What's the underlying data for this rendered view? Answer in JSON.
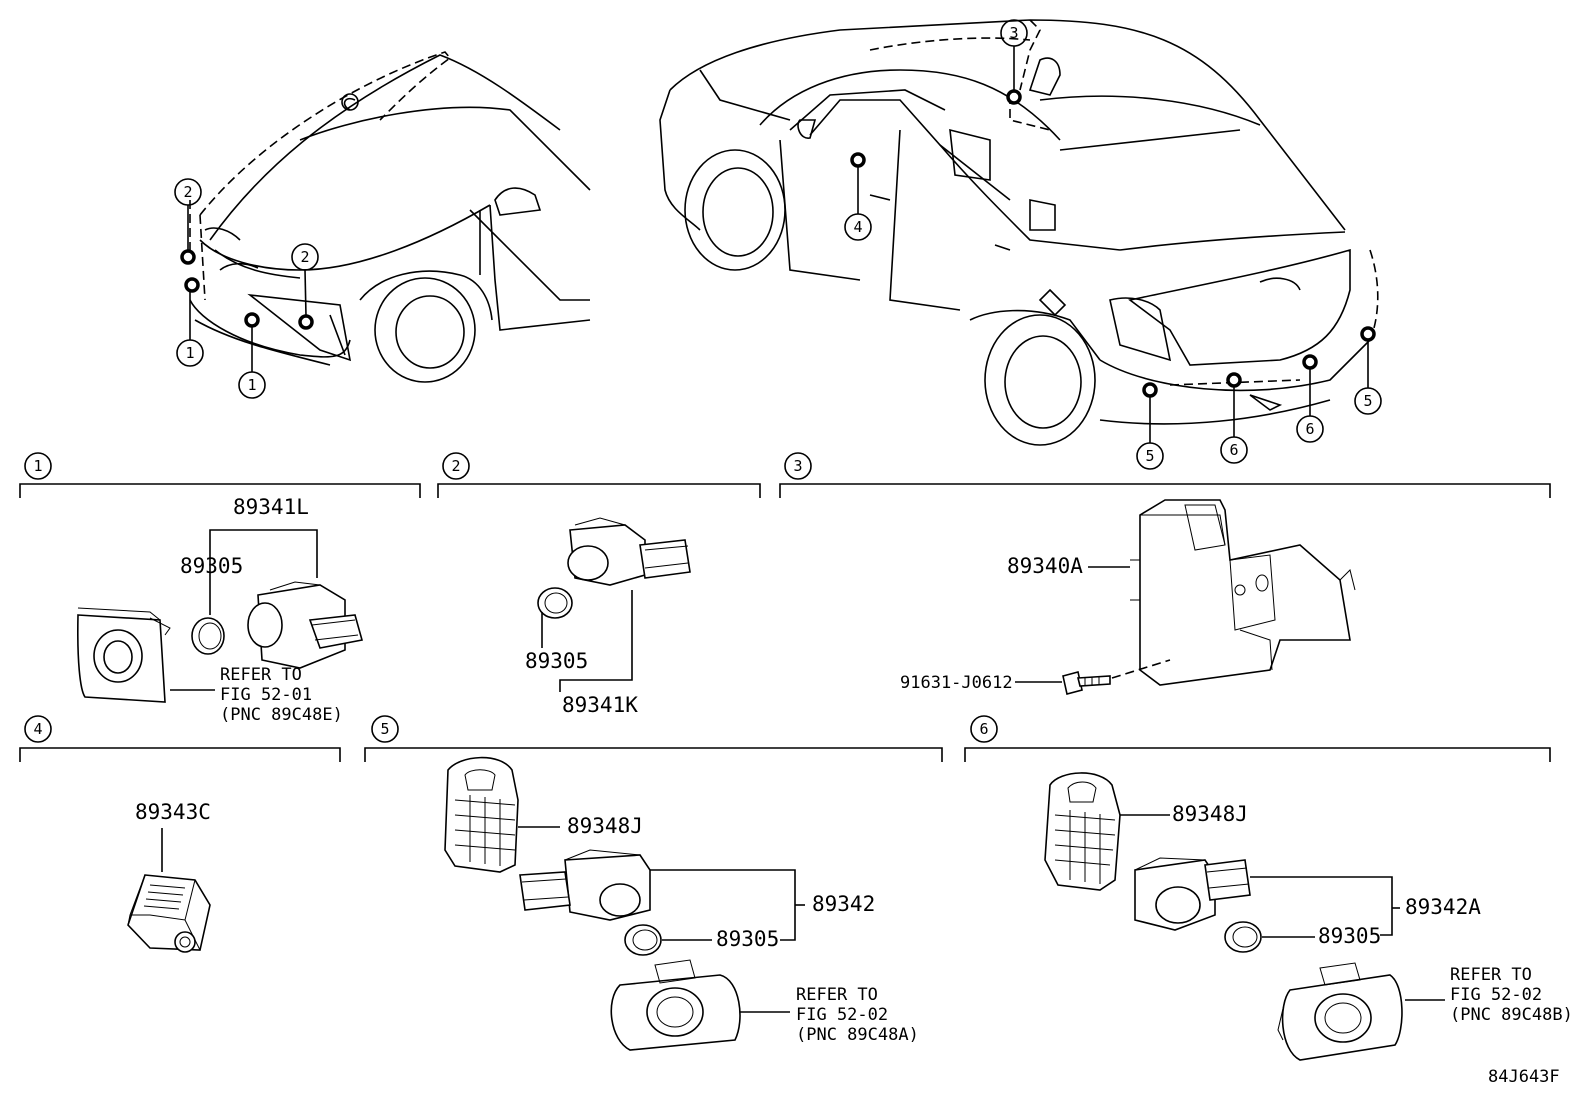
{
  "callouts": {
    "c1": "1",
    "c2": "2",
    "c3": "3",
    "c4": "4",
    "c5": "5",
    "c6": "6"
  },
  "sections": {
    "s1": {
      "num": "1",
      "assembly": "89341L",
      "cover": "89305",
      "refer": [
        "REFER TO",
        "FIG 52-01",
        "(PNC 89C48E)"
      ]
    },
    "s2": {
      "num": "2",
      "cover": "89305",
      "assembly": "89341K"
    },
    "s3": {
      "num": "3",
      "module": "89340A",
      "bolt": "91631-J0612"
    },
    "s4": {
      "num": "4",
      "part": "89343C"
    },
    "s5": {
      "num": "5",
      "retainer": "89348J",
      "assembly": "89342",
      "cover": "89305",
      "refer": [
        "REFER TO",
        "FIG 52-02",
        "(PNC 89C48A)"
      ]
    },
    "s6": {
      "num": "6",
      "retainer": "89348J",
      "assembly": "89342A",
      "cover": "89305",
      "refer": [
        "REFER TO",
        "FIG 52-02",
        "(PNC 89C48B)"
      ]
    }
  },
  "figure_code": "84J643F"
}
